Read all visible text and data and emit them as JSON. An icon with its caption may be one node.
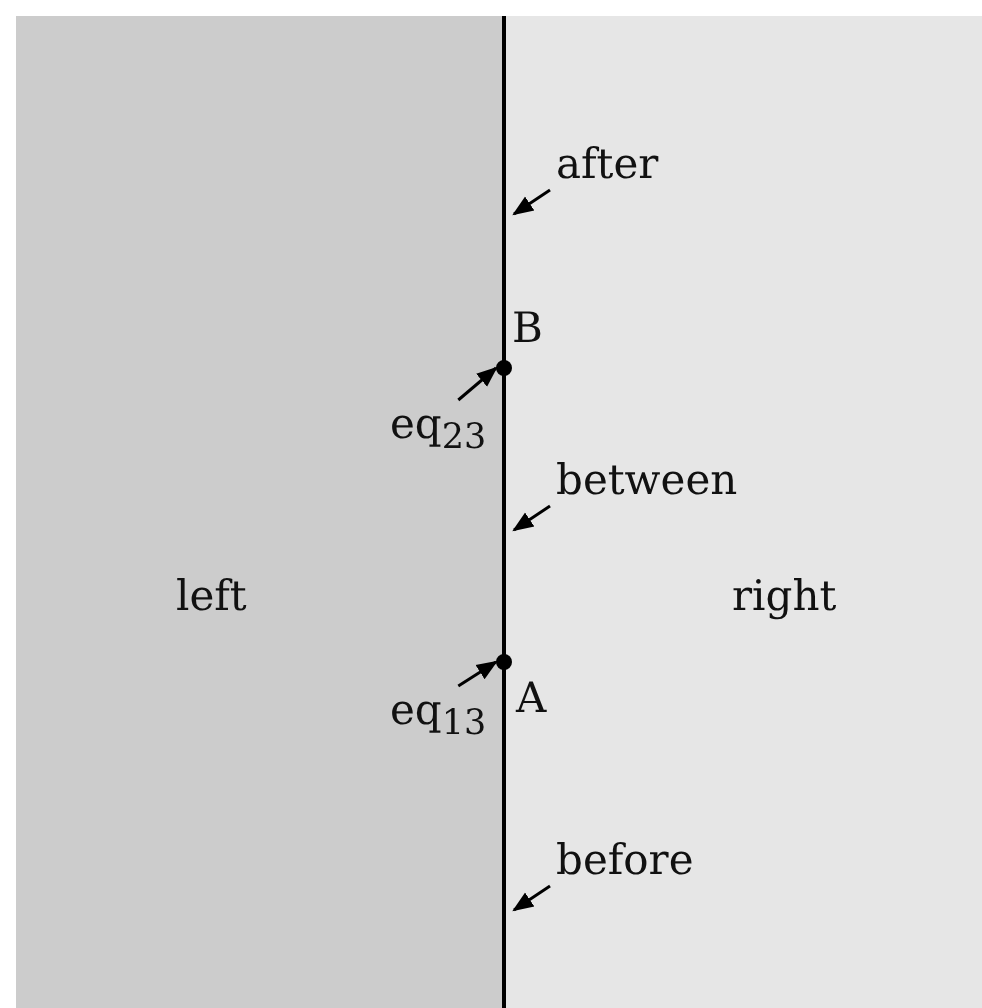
{
  "diagram": {
    "nodes": [
      {
        "text": [
          "left"
        ]
      },
      {
        "text": [
          "right"
        ]
      },
      {
        "text": [],
        "shape": "line"
      },
      {
        "text": [
          "after"
        ],
        "in": 1
      },
      {
        "text": [],
        "shape": "circle",
        "beside": [
          "B"
        ]
      },
      {
        "text": [
          "eq$_{23}$"
        ],
        "in": 0
      },
      {
        "text": [
          "between"
        ],
        "in": 1
      },
      {
        "text": [],
        "shape": "circle",
        "beside": [
          "A"
        ]
      },
      {
        "text": [
          "eq$_{13}$"
        ],
        "in": 0
      },
      {
        "text": [
          "before"
        ],
        "in": 1
      }
    ],
    "edges": [
      {
        "from": 3,
        "to": 2,
        "arrow": "to"
      },
      {
        "from": 5,
        "to": 4,
        "arrow": "to"
      },
      {
        "from": 6,
        "to": 2,
        "arrow": "to"
      },
      {
        "from": 8,
        "to": 7,
        "arrow": "to"
      },
      {
        "from": 9,
        "to": 2,
        "arrow": "to"
      }
    ]
  }
}
